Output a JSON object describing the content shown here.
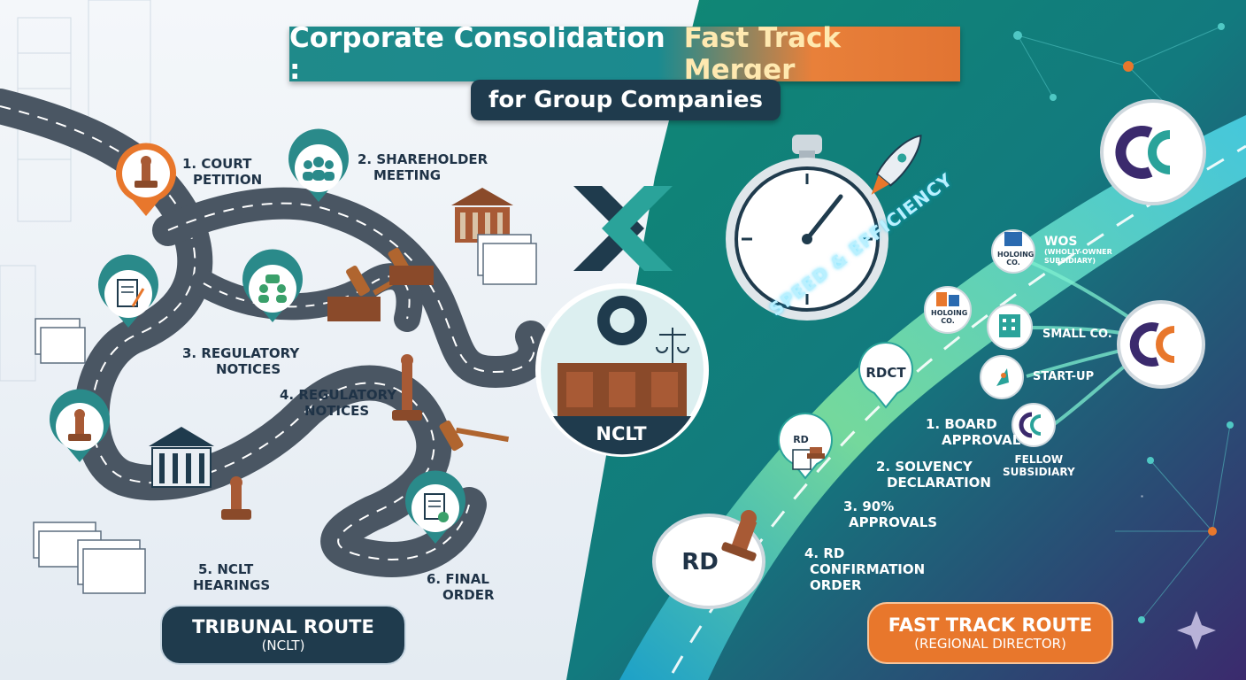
{
  "title": {
    "part1": "Corporate Consolidation : ",
    "part2": "Fast Track Merger"
  },
  "subtitle": "for Group Companies",
  "tribunal": {
    "steps": [
      {
        "line1": "1. COURT",
        "line2": "PETITION"
      },
      {
        "line1": "2. SHAREHOLDER",
        "line2": "MEETING"
      },
      {
        "line1": "3. REGULATORY",
        "line2": "NOTICES"
      },
      {
        "line1": "4. REGULATORY",
        "line2": "NOTICES"
      },
      {
        "line1": "5. NCLT",
        "line2": "HEARINGS"
      },
      {
        "line1": "6. FINAL",
        "line2": "ORDER"
      }
    ],
    "badge": "NCLT",
    "route_label": "TRIBUNAL ROUTE",
    "route_sub": "(NCLT)"
  },
  "fast_track": {
    "speed_label": "SPEED & EFFICIENCY",
    "steps": [
      {
        "line1": "1. BOARD",
        "line2": "APPROVAL"
      },
      {
        "line1": "2. SOLVENCY",
        "line2": "DECLARATION"
      },
      {
        "line1": "3. 90%",
        "line2": "APPROVALS"
      },
      {
        "line1": "4. RD",
        "line2": "CONFIRMATION",
        "line3": "ORDER"
      }
    ],
    "markers": {
      "rdct": "RDCT",
      "rd_small": "RD",
      "rd_large": "RD"
    },
    "entities": {
      "wos_title": "WOS",
      "wos_line1": "(WHOLLY-OWNER",
      "wos_line2": "SUBSIDIARY)",
      "holding_a": "HOLOING",
      "holding_b": "CO.",
      "small_co": "SMALL CO.",
      "start_up": "START-UP",
      "fellow_line1": "FELLOW",
      "fellow_line2": "SUBSIDIARY"
    },
    "route_label": "FAST TRACK ROUTE",
    "route_sub": "(REGIONAL DIRECTOR)"
  },
  "colors": {
    "left_bg": "#eef3f8",
    "right_bg_top": "#10836f",
    "right_bg_bottom": "#3a2a6e",
    "teal": "#1f8a8a",
    "orange": "#e8772c",
    "navy": "#1f3b4d",
    "road": "#4a5663",
    "fast_road": "#8fe0a8"
  },
  "icons": [
    "stamp-icon",
    "people-icon",
    "document-icon",
    "gavel-icon",
    "courthouse-icon",
    "stopwatch-icon",
    "rocket-icon",
    "logo-icon",
    "building-icon",
    "certificate-icon",
    "gear-icon",
    "scales-icon"
  ]
}
